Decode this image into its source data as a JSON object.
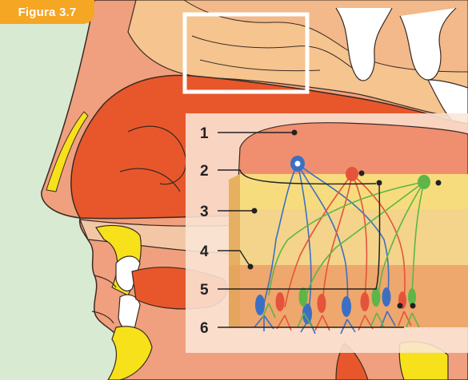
{
  "figure": {
    "tag": "Figura 3.7"
  },
  "labels": [
    {
      "id": "1",
      "text": "1"
    },
    {
      "id": "2",
      "text": "2"
    },
    {
      "id": "3",
      "text": "3"
    },
    {
      "id": "4",
      "text": "4"
    },
    {
      "id": "5",
      "text": "5"
    },
    {
      "id": "6",
      "text": "6"
    }
  ],
  "colors": {
    "background": "#d9ead3",
    "skin": "#f0a07e",
    "nasal_cavity": "#e8572b",
    "brain": "#f5c48f",
    "yellow_tissue": "#f7e11a",
    "bulb": "#ef8f70",
    "epithelium_top": "#f3d48a",
    "epithelium_bottom": "#eea76d",
    "neuron_blue": "#3c6fc4",
    "neuron_red": "#e5533b",
    "neuron_green": "#5fb548",
    "figure_tag": "#f5a623"
  }
}
